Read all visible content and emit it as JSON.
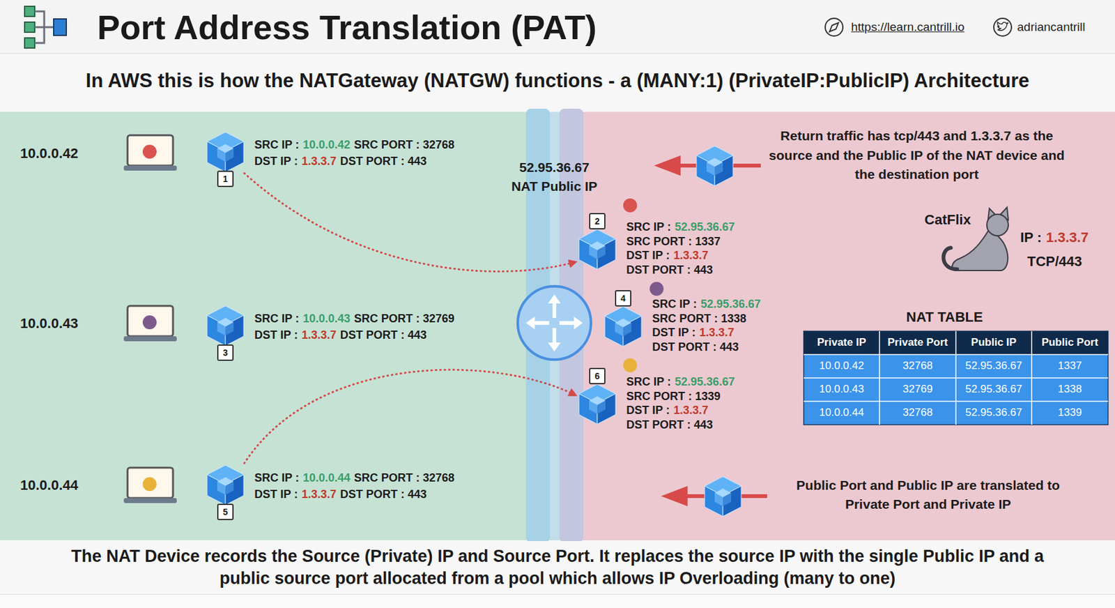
{
  "diagram": {
    "title": "Port Address Translation (PAT)",
    "caption": "The NAT Device records the Source (Private) IP and Source Port. It replaces the source IP with the single Public IP and a public source port allocated from a pool which allows IP Overloading (many to one)",
    "nodes": [
      {
        "text": [
          "1",
          "SRC IP :",
          "10.0.0.42",
          "SRC PORT : 32768",
          "DST IP :",
          "1.3.3.7",
          "DST PORT : 443"
        ]
      },
      {
        "text": [
          "2",
          "SRC IP :",
          "52.95.36.67",
          "SRC PORT : 1337",
          "DST IP :",
          "1.3.3.7",
          "DST PORT : 443"
        ]
      },
      {
        "text": [
          "3",
          "SRC IP :",
          "10.0.0.43",
          "SRC PORT : 32769",
          "DST IP :",
          "1.3.3.7",
          "DST PORT : 443"
        ]
      },
      {
        "text": [
          "4",
          "SRC IP :",
          "52.95.36.67",
          "SRC PORT : 1338",
          "DST IP :",
          "1.3.3.7",
          "DST PORT : 443"
        ]
      },
      {
        "text": [
          "5",
          "SRC IP :",
          "10.0.0.44",
          "SRC PORT : 32768",
          "DST IP :",
          "1.3.3.7",
          "DST PORT : 443"
        ]
      },
      {
        "text": [
          "6",
          "SRC IP :",
          "52.95.36.67",
          "SRC PORT : 1339",
          "DST IP :",
          "1.3.3.7",
          "DST PORT : 443"
        ]
      }
    ],
    "edges": [
      {
        "from": 0,
        "to": 1,
        "arrow": "to"
      },
      {
        "from": 4,
        "to": 5,
        "arrow": "to"
      }
    ],
    "labels": [
      "https://learn.cantrill.io",
      "adriancantrill",
      "In AWS this is how the NATGateway (NATGW) functions - a (MANY:1) (PrivateIP:PublicIP) Architecture",
      "10.0.0.42",
      "10.0.0.43",
      "10.0.0.44",
      "52.95.36.67",
      "NAT Public IP",
      "Return traffic has tcp/443 and 1.3.3.7 as the source and the Public IP of the NAT device and the destination port",
      "CatFlix",
      "IP :",
      "1.3.3.7",
      "TCP/443",
      "NAT TABLE",
      "Private IP",
      "Private Port",
      "Public IP",
      "Public Port",
      "10.0.0.42",
      "32768",
      "52.95.36.67",
      "1337",
      "10.0.0.43",
      "32769",
      "52.95.36.67",
      "1338",
      "10.0.0.44",
      "32768",
      "52.95.36.67",
      "1339",
      "Public Port and Public IP are translated to Private Port and Private IP"
    ]
  }
}
